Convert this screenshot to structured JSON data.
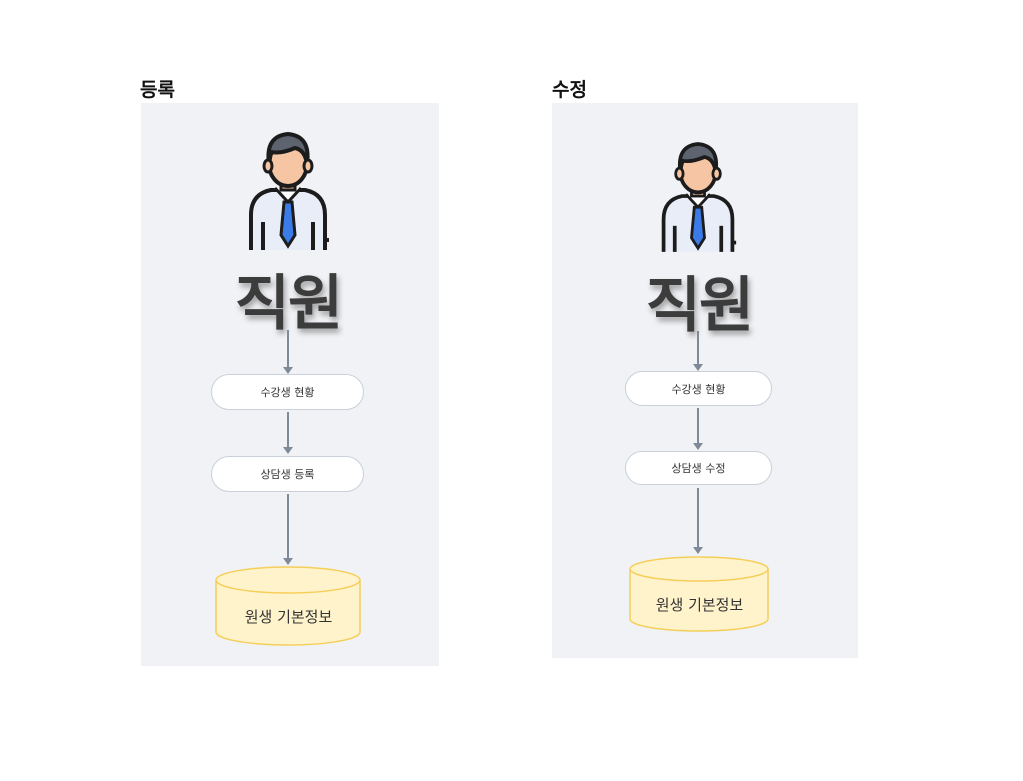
{
  "panels": [
    {
      "title": "등록",
      "actor_label": "직원",
      "steps": [
        "수강생 현황",
        "상담생 등록"
      ],
      "datastore_label": "원생 기본정보"
    },
    {
      "title": "수정",
      "actor_label": "직원",
      "steps": [
        "수강생 현황",
        "상담생 수정"
      ],
      "datastore_label": "원생 기본정보"
    }
  ],
  "colors": {
    "panel_background": "#f0f2f5",
    "arrow": "#7f8a98",
    "datastore_fill": "#fff3cc",
    "datastore_stroke": "#f5cf5a",
    "tie": "#3b7be8"
  },
  "icons": [
    "employee-icon",
    "database-icon"
  ]
}
